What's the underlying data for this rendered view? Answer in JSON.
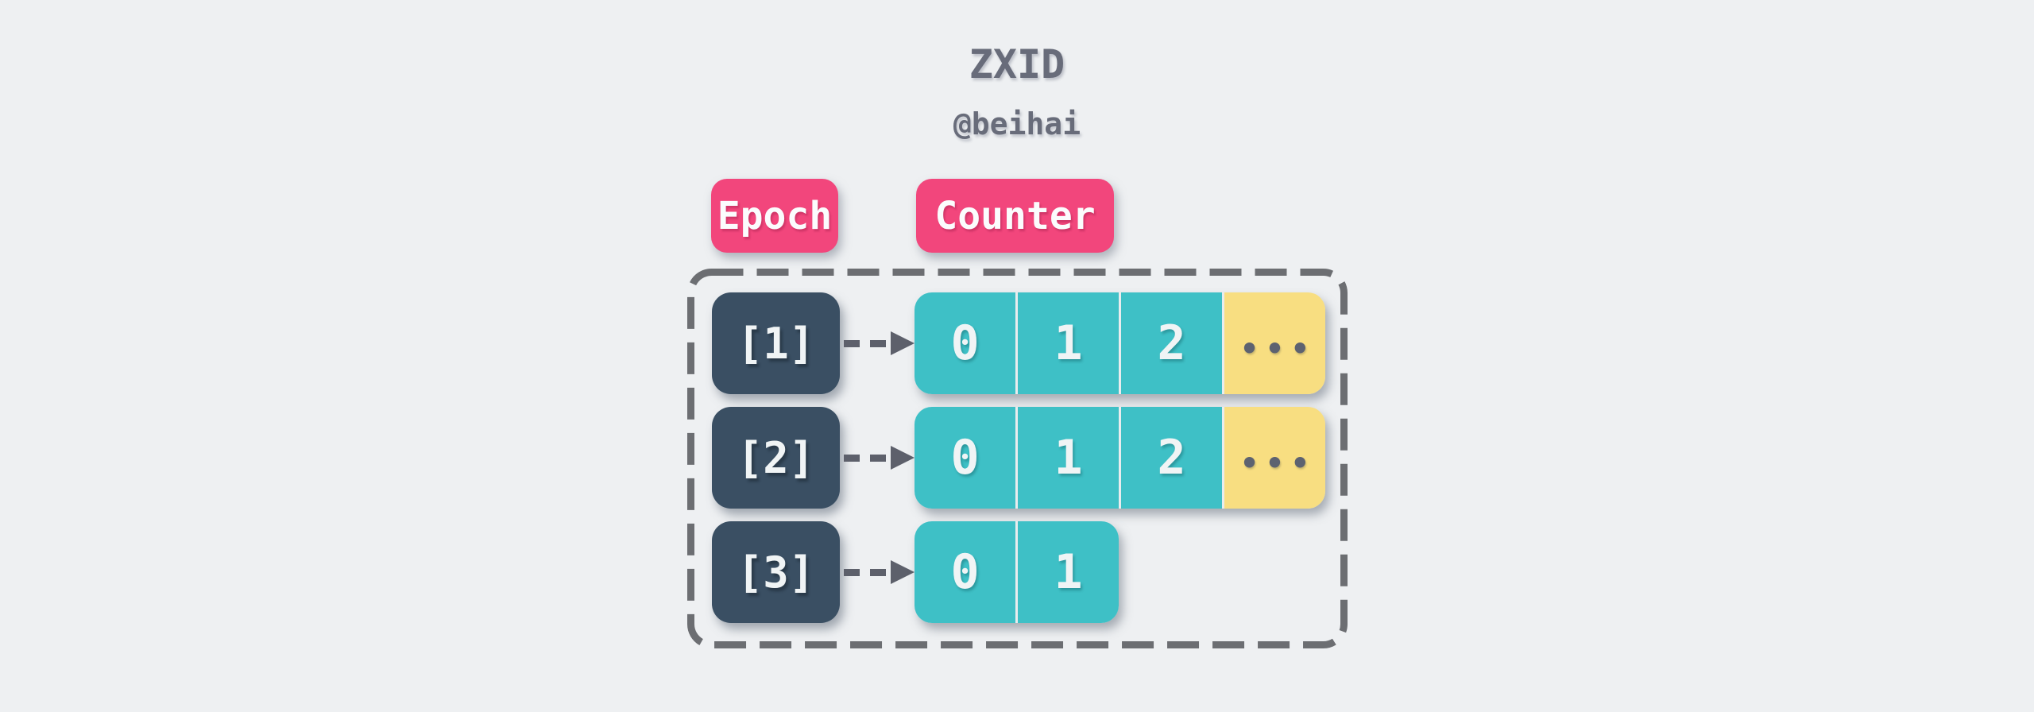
{
  "header": {
    "title": "ZXID",
    "subtitle": "@beihai"
  },
  "legend": {
    "epoch_label": "Epoch",
    "counter_label": "Counter"
  },
  "diagram": {
    "ellipsis": "•••",
    "rows": [
      {
        "epoch": "[1]",
        "counters": [
          "0",
          "1",
          "2"
        ],
        "has_more": true
      },
      {
        "epoch": "[2]",
        "counters": [
          "0",
          "1",
          "2"
        ],
        "has_more": true
      },
      {
        "epoch": "[3]",
        "counters": [
          "0",
          "1"
        ],
        "has_more": false
      }
    ]
  },
  "colors": {
    "background": "#eef0f2",
    "title_text": "#686c7a",
    "badge_pink": "#f2467c",
    "badge_text": "#fbfcfd",
    "epoch_navy": "#3a4f63",
    "counter_teal": "#3ec0c6",
    "more_yellow": "#f8de81",
    "cell_text": "#f0f4f5",
    "frame_gray": "#6c6e72",
    "arrow_gray": "#5d606b",
    "dot_gray": "#5d6270",
    "separator": "#e9ecee"
  }
}
